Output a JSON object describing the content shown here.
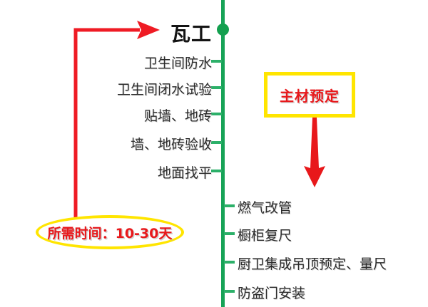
{
  "phase": {
    "title": "瓦工"
  },
  "timeline": {
    "accent_color": "#17a357",
    "tick_color": "#2cb069",
    "upper_steps": [
      {
        "label": "卫生间防水"
      },
      {
        "label": "卫生间闭水试验"
      },
      {
        "label": "贴墙、地砖"
      },
      {
        "label": "墙、地砖验收"
      },
      {
        "label": "地面找平"
      }
    ],
    "lower_steps": [
      {
        "label": "燃气改管"
      },
      {
        "label": "橱柜复尺"
      },
      {
        "label": "厨卫集成吊顶预定、量尺"
      },
      {
        "label": "防盗门安装"
      }
    ]
  },
  "callouts": {
    "duration": {
      "text": "所需时间：10-30天",
      "shape": "ellipse",
      "border_color": "#ffe500",
      "text_color": "#e8181b"
    },
    "material": {
      "text": "主材预定",
      "shape": "rectangle",
      "border_color": "#ffe500",
      "text_color": "#e8181b"
    }
  },
  "arrows": {
    "duration_arrow_color": "#ef1b24",
    "material_arrow_color": "#e8181b"
  }
}
